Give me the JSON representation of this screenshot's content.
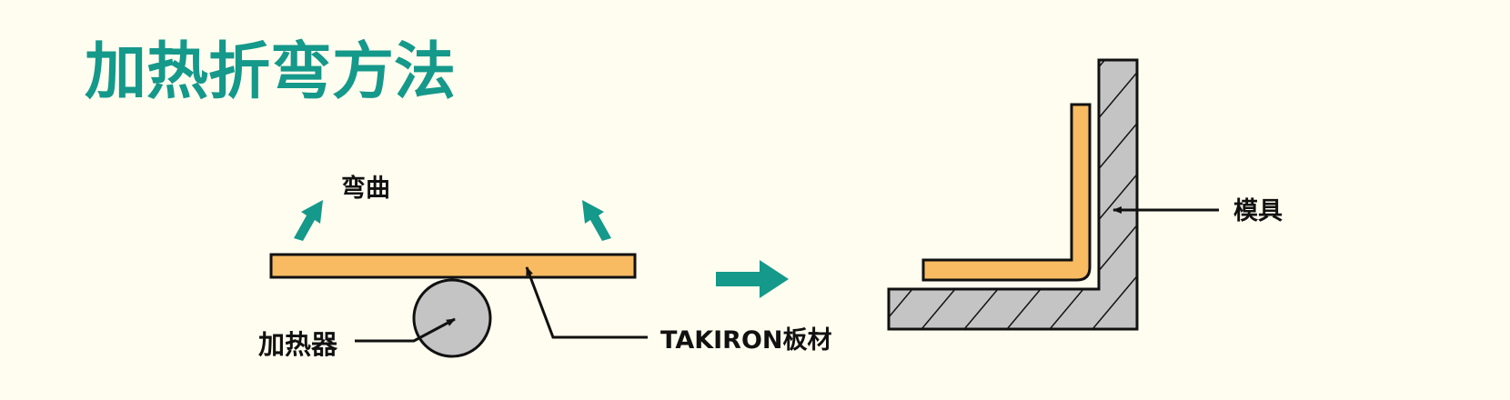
{
  "title": "加热折弯方法",
  "labels": {
    "bend": "弯曲",
    "heater": "加热器",
    "sheet": "TAKIRON板材",
    "mold": "模具"
  },
  "colors": {
    "accent": "#14998a",
    "sheet": "#f8bb62",
    "mold": "#c4c4c4",
    "background": "#fffdef"
  }
}
